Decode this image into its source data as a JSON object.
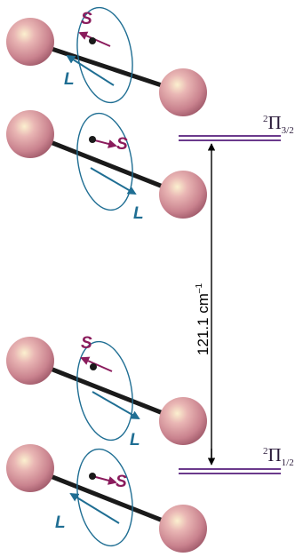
{
  "diagram": {
    "levels": {
      "upper": {
        "sup": "2",
        "symbol": "Π",
        "sub": "3/2"
      },
      "lower": {
        "sup": "2",
        "symbol": "Π",
        "sub": "1/2"
      }
    },
    "gap": {
      "value": "121.1 cm",
      "unit_exp": "–1"
    },
    "molecules": [
      {
        "spin_label": "S",
        "orbital_label": "L"
      },
      {
        "spin_label": "S",
        "orbital_label": "L"
      },
      {
        "spin_label": "S",
        "orbital_label": "L"
      },
      {
        "spin_label": "S",
        "orbital_label": "L"
      }
    ],
    "colors": {
      "atom": "#d89aa6",
      "bond": "#1a1a1a",
      "spin": "#8a1b5c",
      "orbital": "#1f6e93",
      "level_line": "#6b3a8c"
    }
  }
}
